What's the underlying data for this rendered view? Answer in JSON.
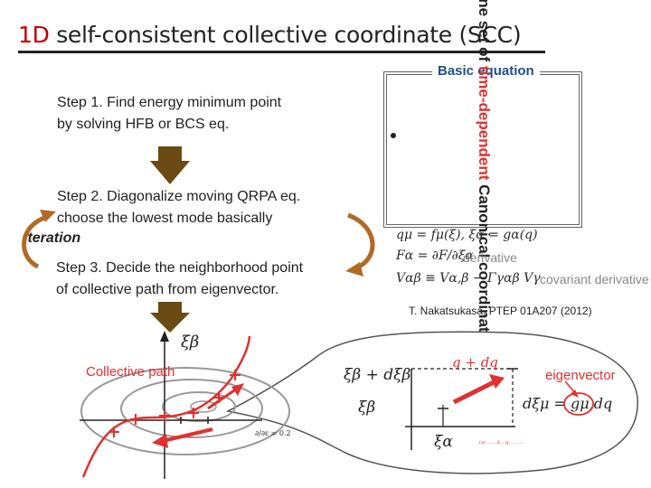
{
  "slide": {
    "title_highlight": "1D",
    "title_rest": " self-consistent collective coordinate (SCC)"
  },
  "steps": {
    "step1_line1": "Step 1. Find energy minimum point",
    "step1_line2": "by solving HFB or BCS eq.",
    "step2_line1": "Step 2. Diagonalize moving QRPA eq.",
    "step2_line2": "choose the lowest mode basically",
    "iteration": "iteration",
    "step3_line1": "Step 3. Decide the neighborhood point",
    "step3_line2": "of collective path from eigenvector."
  },
  "basic_equation": {
    "title": "Basic equation",
    "rotated_text_black_1": "One set of ",
    "rotated_text_red": "time-dependent",
    "rotated_text_black_2": " Canonical coordinate (q, p) in H.",
    "eq1": "qμ = fμ(ξ), ξα = gα(q)",
    "eq2": "Fα = ∂F/∂ξα",
    "eq2_label": "derivative",
    "eq3": "Vαβ ≡ Vα,β − Γγαβ Vγ",
    "eq3_label": "covariant derivative",
    "reference": "T. Nakatsukasa, PTEP 01A207 (2012)"
  },
  "diagram": {
    "xi_beta": "ξβ",
    "xi_alpha": "ξα",
    "collective_path": "Collective path",
    "dd_label": "∂/∂ε = 0.2",
    "xi_beta_plus": "ξβ + dξβ",
    "q_plus_dq": "q + dq",
    "eigenvector": "eigenvector",
    "d_xi_eq": "dξμ = gμ,dq",
    "small_caption": "(a) ...... d... g... ... ..."
  },
  "colors": {
    "accent_red": "#e03030",
    "arrow_brown": "#6b4a14",
    "title_blue": "#1f4f8f"
  }
}
